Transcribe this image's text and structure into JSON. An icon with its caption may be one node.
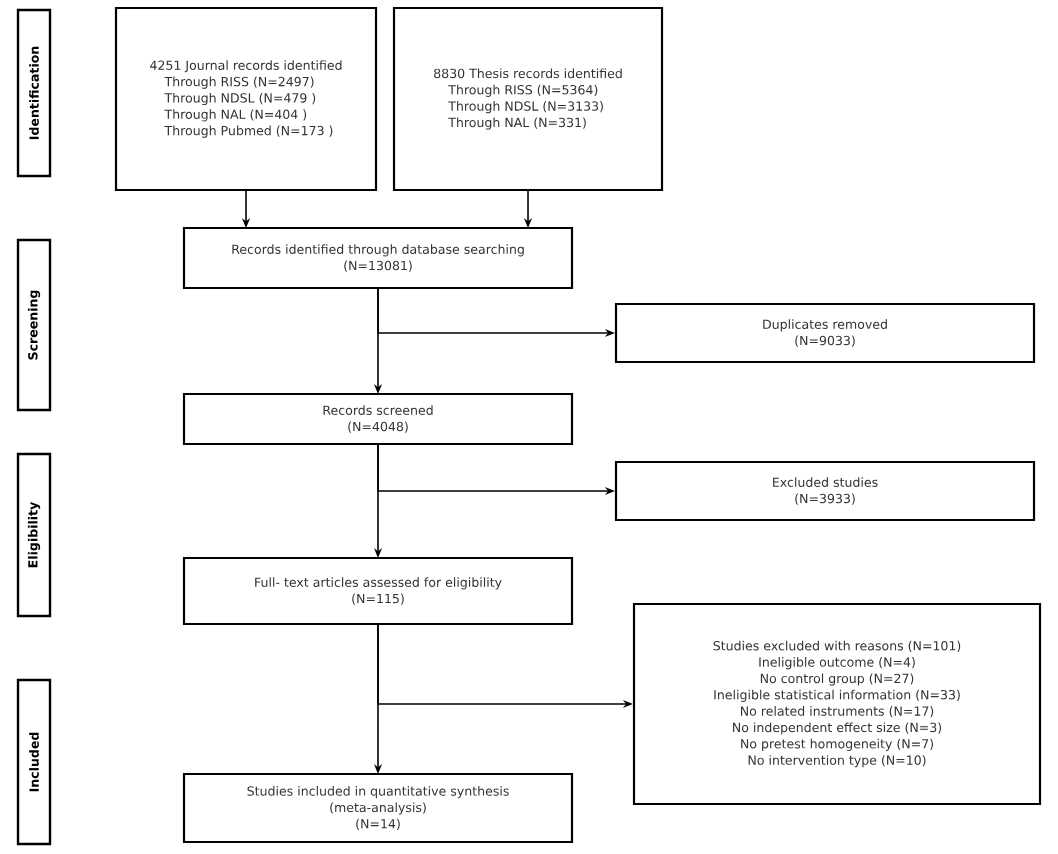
{
  "diagram": {
    "nodes": [
      {
        "text": [
          "Identification"
        ]
      },
      {
        "text": [
          "4251 Journal records identified",
          "Through RISS (N=2497)",
          "Through NDSL (N=479 )",
          "Through NAL (N=404 )",
          "Through Pubmed (N=173 )"
        ]
      },
      {
        "text": [
          "8830 Thesis records identified",
          "Through RISS (N=5364)",
          "Through NDSL (N=3133)",
          "Through NAL (N=331)"
        ]
      },
      {
        "text": [
          "Screening"
        ]
      },
      {
        "text": [
          "Records identified through database searching",
          "(N=13081)"
        ]
      },
      {
        "text": [
          "Duplicates removed",
          "(N=9033)"
        ]
      },
      {
        "text": [
          "Records screened",
          "(N=4048)"
        ]
      },
      {
        "text": [
          "Eligibility"
        ]
      },
      {
        "text": [
          "Excluded studies",
          "(N=3933)"
        ]
      },
      {
        "text": [
          "Full- text articles assessed for eligibility",
          "(N=115)"
        ]
      },
      {
        "text": [
          "Included"
        ]
      },
      {
        "text": [
          "Studies excluded with reasons (N=101)",
          "Ineligible outcome (N=4)",
          "No control group (N=27)",
          "Ineligible statistical information (N=33)",
          "No related instruments (N=17)",
          "No independent effect size (N=3)",
          "No pretest homogeneity (N=7)",
          "No intervention type (N=10)"
        ]
      },
      {
        "text": [
          "Studies included in quantitative synthesis",
          "(meta-analysis)",
          "(N=14)"
        ]
      }
    ],
    "edges": [
      {
        "from": 1,
        "to": 4,
        "arrow": "to"
      },
      {
        "from": 2,
        "to": 4,
        "arrow": "to"
      },
      {
        "from": 4,
        "to": 6,
        "arrow": "to"
      },
      {
        "from": 4,
        "to": 5,
        "arrow": "to"
      },
      {
        "from": 6,
        "to": 9,
        "arrow": "to"
      },
      {
        "from": 6,
        "to": 8,
        "arrow": "to"
      },
      {
        "from": 9,
        "to": 12,
        "arrow": "to"
      },
      {
        "from": 9,
        "to": 11,
        "arrow": "to"
      }
    ]
  }
}
